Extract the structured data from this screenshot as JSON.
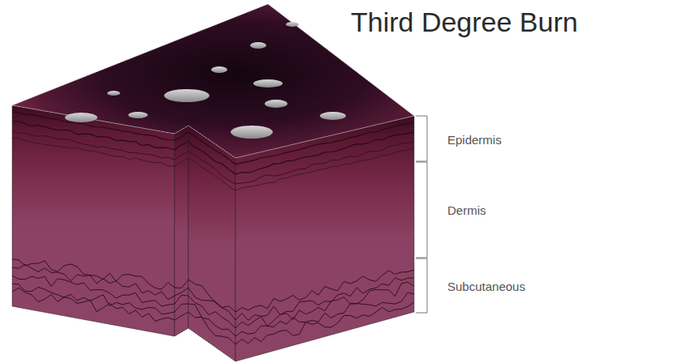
{
  "diagram": {
    "title": "Third Degree Burn",
    "labels": [
      "Epidermis",
      "Dermis",
      "Subcutaneous"
    ]
  }
}
